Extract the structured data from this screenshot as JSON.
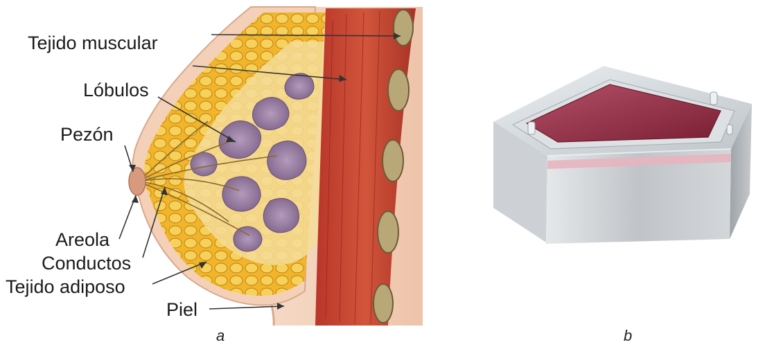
{
  "panel_a": {
    "labels": {
      "muscle": "Tejido muscular",
      "lobules": "Lóbulos",
      "nipple": "Pezón",
      "areola": "Areola",
      "ducts": "Conductos",
      "fat": "Tejido adiposo",
      "skin": "Piel"
    },
    "caption": "a"
  },
  "panel_b": {
    "caption": "b"
  },
  "colors": {
    "skin": "#f3d3bf",
    "fat": "#f0b52a",
    "muscle": "#c8452f",
    "lobule": "#9a7fa3",
    "tissue_phantom": "#8c2840",
    "acrylic": "#c9ced3"
  }
}
